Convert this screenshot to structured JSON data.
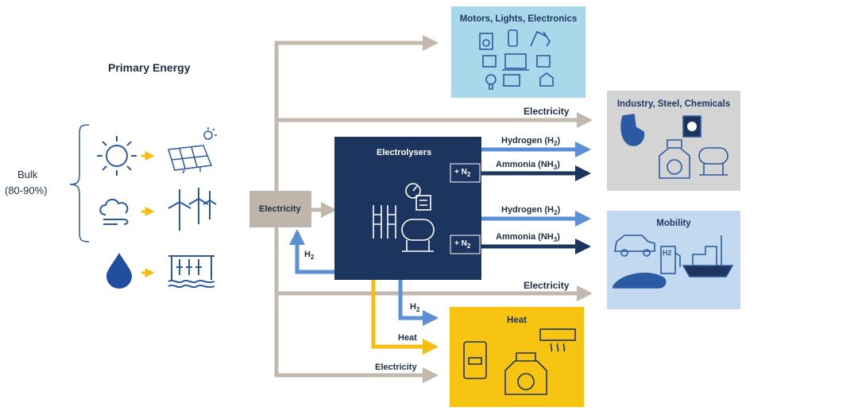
{
  "primary_energy": {
    "title": "Primary Energy",
    "bulk_label": "Bulk",
    "bulk_share": "(80-90%)"
  },
  "hub": {
    "label": "Electricity"
  },
  "electrolysers": {
    "title": "Electrolysers",
    "n2_top": "+ N",
    "n2_bottom": "+ N",
    "n2_sub": "2",
    "h2_in": "H",
    "h2_sub": "2"
  },
  "flows": {
    "electricity_top": "Electricity",
    "hydrogen_1": "Hydrogen (H",
    "hydrogen_1_sub": "2",
    "hydrogen_1_end": ")",
    "ammonia_1": "Ammonia (NH",
    "ammonia_1_sub": "3",
    "ammonia_1_end": ")",
    "hydrogen_2": "Hydrogen (H",
    "hydrogen_2_sub": "2",
    "hydrogen_2_end": ")",
    "ammonia_2": "Ammonia (NH",
    "ammonia_2_sub": "3",
    "ammonia_2_end": ")",
    "electricity_mid": "Electricity",
    "h2_heat": "H",
    "h2_heat_sub": "2",
    "heat": "Heat",
    "electricity_bottom": "Electricity"
  },
  "sectors": {
    "motors": "Motors, Lights, Electronics",
    "industry": "Industry, Steel, Chemicals",
    "mobility": "Mobility",
    "heat": "Heat"
  },
  "icon_labels": {
    "h2_pump": "H2"
  },
  "colors": {
    "grey_flow": "#c3b8ad",
    "blue_flow": "#5b8fd6",
    "navy": "#1c355e",
    "yellow": "#f5bd10",
    "icon_blue": "#2b5aa3",
    "motors_bg": "#a9d8ea",
    "industry_bg": "#d4d4d4",
    "mobility_bg": "#c3d9f0",
    "heat_bg": "#f7c411"
  }
}
